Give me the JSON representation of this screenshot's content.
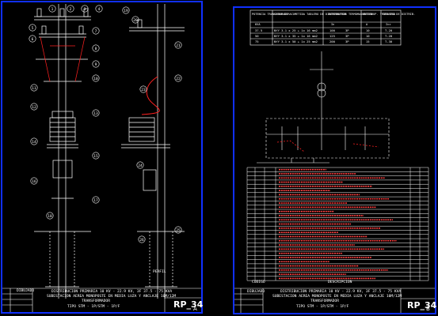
{
  "left_sheet": {
    "title_line1": "DISTRIBUCION PRIMARIA 10 KV - 22.9 KV, 3F 37.5 - 75 KVA",
    "title_line2": "SUBESTACION AEREA MONOPOSTE EN MEDIA LUZA Y ANCLAJE 10M/12M",
    "title_line3": "TRANSFORMADOR",
    "title_line4": "TIPO STM - 1P/STM - 1P/F",
    "code": "RP_34",
    "letter": "A",
    "view_label": "PERFIL",
    "callouts": [
      "1",
      "2",
      "3",
      "4",
      "5",
      "6",
      "7",
      "8",
      "9",
      "10",
      "11",
      "12",
      "13",
      "14",
      "15",
      "16",
      "17",
      "18",
      "19",
      "20",
      "21",
      "22",
      "23",
      "24",
      "25",
      "26"
    ]
  },
  "right_sheet": {
    "title_line1": "DISTRIBUCION PRIMARIA 10 KV - 22.9 KV, 3F 37.5 - 75 KVA",
    "title_line2": "SUBESTACION AEREA MONOPOSTE EN MEDIA LUZA Y ANCLAJE 10M/12M",
    "title_line3": "TRANSFORMADOR",
    "title_line4": "TIPO STM - 1P/STM - 1P/F",
    "code": "RP_34",
    "letter": "B",
    "table_headers": [
      "POTENCIA TRANSFORMADOR",
      "CABLE DE ACOMETIDA TABLERO DE DISTRIBUCION",
      "INTERRUPTOR TERMOMAGNETICO",
      "INTERRUP. TRIFASICO",
      "TABLERO DE DISTRIB."
    ],
    "table_subheaders": [
      "KVA",
      "",
      "In",
      "A",
      "Icc"
    ],
    "table_rows": [
      [
        "37.5",
        "NYY 3-1 x 25 + 1x 16 mm2",
        "100",
        "3P",
        "10",
        "T-20"
      ],
      [
        "50",
        "NYY 3-1 x 35 + 1x 16 mm2",
        "125",
        "3P",
        "10",
        "T-20"
      ],
      [
        "75",
        "NYY 3-1 x 50 + 1x 25 mm2",
        "200",
        "3P",
        "15",
        "T-30"
      ]
    ],
    "bom_footer_left": "CODIGO",
    "bom_footer_right": "DESCRIPCION"
  }
}
